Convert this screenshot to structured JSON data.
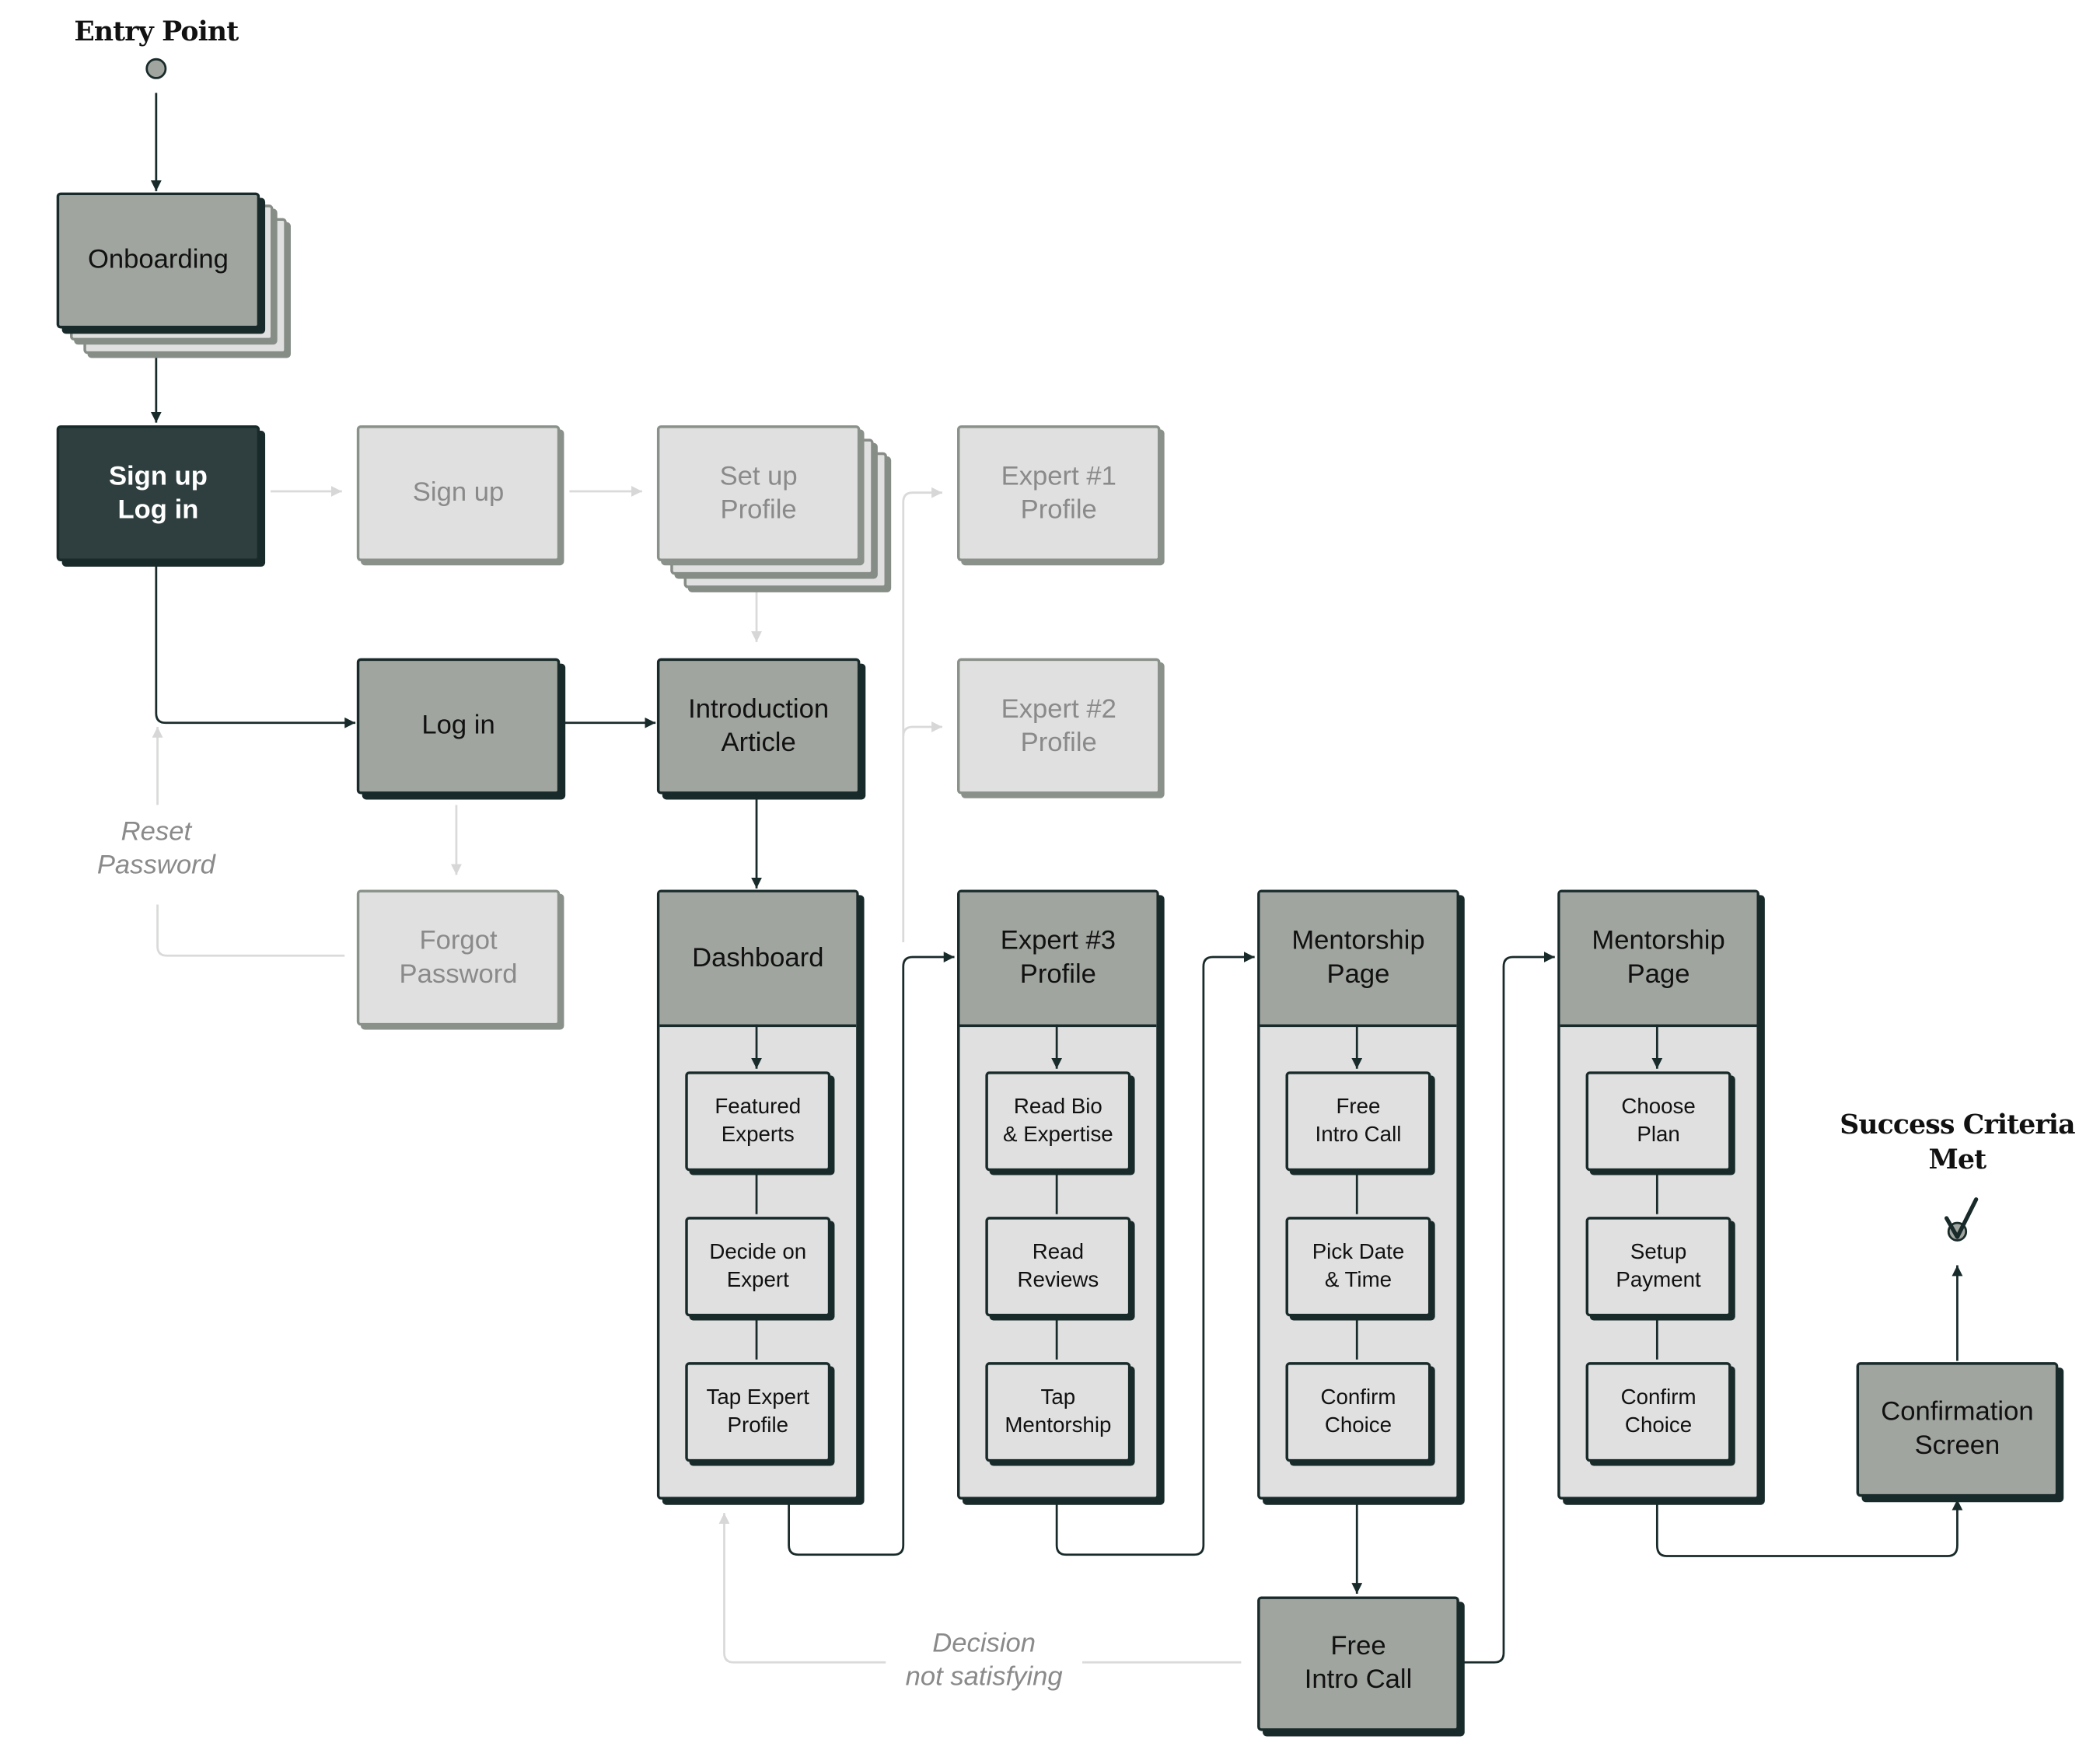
{
  "entry": {
    "label": "Entry Point"
  },
  "success": {
    "label": "Success Criteria\nMet",
    "icon": "checkmark-icon"
  },
  "nodes": {
    "onboarding": "Onboarding",
    "signup_login": "Sign up\nLog in",
    "signup": "Sign up",
    "setup_profile": "Set up\nProfile",
    "expert1": "Expert #1\nProfile",
    "expert2": "Expert #2\nProfile",
    "login": "Log in",
    "intro_article": "Introduction\nArticle",
    "forgot_password": "Forgot\nPassword",
    "free_intro_call": "Free\nIntro Call",
    "confirmation": "Confirmation\nScreen"
  },
  "notes": {
    "reset_password": "Reset\nPassword",
    "decision": "Decision\nnot satisfying"
  },
  "columns": [
    {
      "title": "Dashboard",
      "steps": [
        "Featured\nExperts",
        "Decide on\nExpert",
        "Tap Expert\nProfile"
      ]
    },
    {
      "title": "Expert #3\nProfile",
      "steps": [
        "Read Bio\n& Expertise",
        "Read\nReviews",
        "Tap\nMentorship"
      ]
    },
    {
      "title": "Mentorship\nPage",
      "steps": [
        "Free\nIntro Call",
        "Pick Date\n& Time",
        "Confirm\nChoice"
      ]
    },
    {
      "title": "Mentorship\nPage",
      "steps": [
        "Choose\nPlan",
        "Setup\nPayment",
        "Confirm\nChoice"
      ]
    }
  ],
  "colors": {
    "ink": "#192a2a",
    "active_fill": "#a0a59f",
    "dark_fill": "#2f3f3f",
    "faded_fill": "#dfe0df",
    "faded_line": "#d9dad9",
    "faded_text": "#8a8a8a"
  }
}
